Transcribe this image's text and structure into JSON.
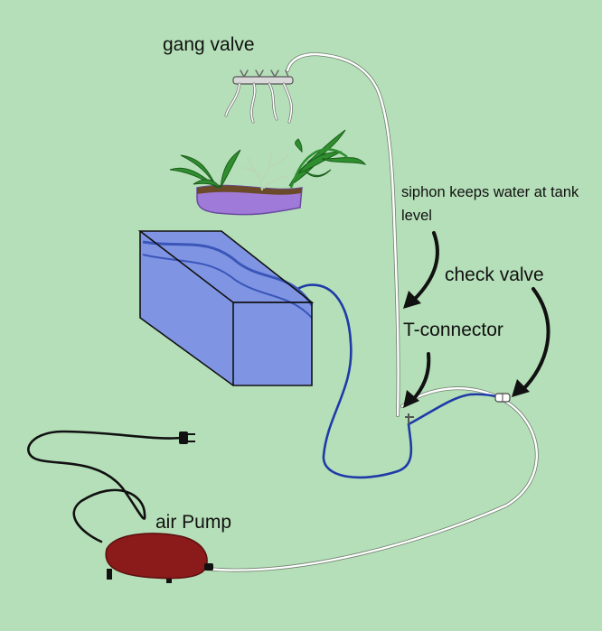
{
  "labels": {
    "gang_valve": "gang valve",
    "siphon": "siphon keeps water at tank level",
    "check_valve": "check valve",
    "t_connector": "T-connector",
    "air_pump": "air Pump"
  },
  "colors": {
    "background": "#b5dfb8",
    "tank_water": "#7f95e4",
    "blue_tubing": "#1f3aa8",
    "air_tubing": "#ffffff",
    "power_cord": "#111111",
    "pump_body": "#8b1a1a",
    "planter": "#a07ad8",
    "plant_leaf": "#2f8f2f"
  },
  "icons": [
    "gang-valve-icon",
    "plant-tray-icon",
    "water-tank-icon",
    "air-pump-icon",
    "power-plug-icon",
    "check-valve-icon",
    "t-connector-icon",
    "arrow-icon"
  ]
}
